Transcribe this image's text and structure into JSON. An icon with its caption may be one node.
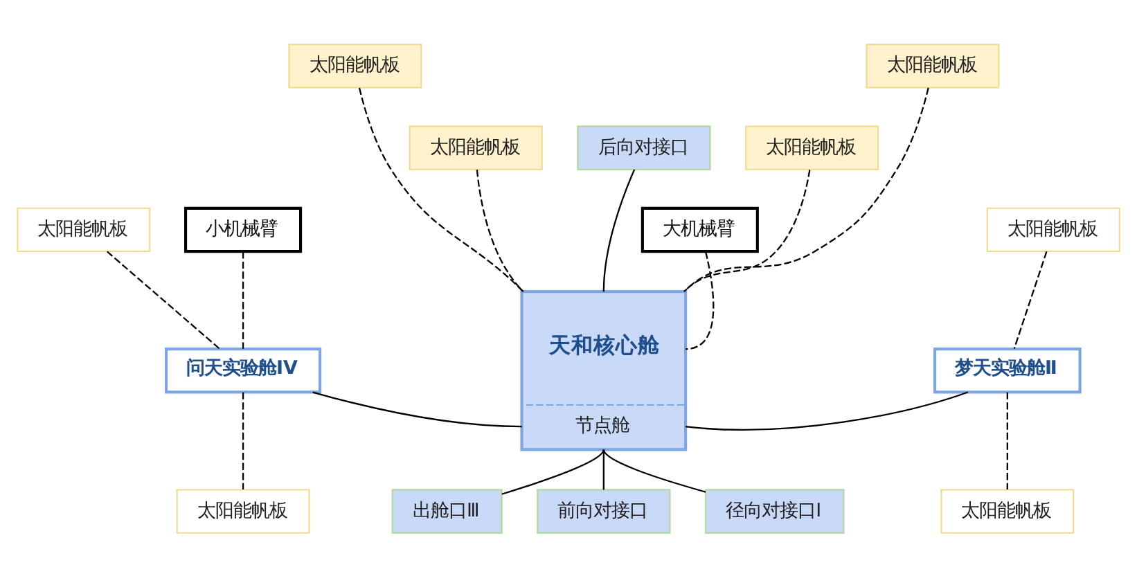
{
  "diagram": {
    "nodes": [
      {
        "text": [
          "太阳能帆板"
        ]
      },
      {
        "text": [
          "太阳能帆板"
        ]
      },
      {
        "text": [
          "太阳能帆板"
        ]
      },
      {
        "text": [
          "后向对接口"
        ]
      },
      {
        "text": [
          "太阳能帆板"
        ]
      },
      {
        "text": [
          "太阳能帆板"
        ]
      },
      {
        "text": [
          "小机械臂"
        ]
      },
      {
        "text": [
          "天和核心舱",
          "节点舱"
        ]
      },
      {
        "text": [
          "大机械臂"
        ]
      },
      {
        "text": [
          "太阳能帆板"
        ]
      },
      {
        "text": [
          "问天实验舱IV"
        ]
      },
      {
        "text": [
          "梦天实验舱Ⅱ"
        ]
      },
      {
        "text": [
          "太阳能帆板"
        ]
      },
      {
        "text": [
          "出舱口Ⅲ"
        ]
      },
      {
        "text": [
          "前向对接口"
        ]
      },
      {
        "text": [
          "径向对接口Ⅰ"
        ]
      },
      {
        "text": [
          "太阳能帆板"
        ]
      }
    ],
    "edges": [
      {
        "from": 0,
        "to": 7,
        "arrow": "none",
        "style": "dashed"
      },
      {
        "from": 2,
        "to": 7,
        "arrow": "none",
        "style": "dashed"
      },
      {
        "from": 1,
        "to": 7,
        "arrow": "none",
        "style": "dashed"
      },
      {
        "from": 4,
        "to": 7,
        "arrow": "none",
        "style": "dashed"
      },
      {
        "from": 3,
        "to": 7,
        "arrow": "none"
      },
      {
        "from": 8,
        "to": 7,
        "arrow": "none",
        "style": "dashed"
      },
      {
        "from": 5,
        "to": 10,
        "arrow": "none",
        "style": "dashed"
      },
      {
        "from": 6,
        "to": 10,
        "arrow": "none",
        "style": "dashed"
      },
      {
        "from": 10,
        "to": 12,
        "arrow": "none",
        "style": "dashed"
      },
      {
        "from": 10,
        "to": 7,
        "arrow": "none"
      },
      {
        "from": 7,
        "to": 11,
        "arrow": "none"
      },
      {
        "from": 9,
        "to": 11,
        "arrow": "none",
        "style": "dashed"
      },
      {
        "from": 11,
        "to": 16,
        "arrow": "none",
        "style": "dashed"
      },
      {
        "from": 7,
        "to": 13,
        "arrow": "none"
      },
      {
        "from": 7,
        "to": 14,
        "arrow": "none"
      },
      {
        "from": 7,
        "to": 15,
        "arrow": "none"
      }
    ]
  }
}
